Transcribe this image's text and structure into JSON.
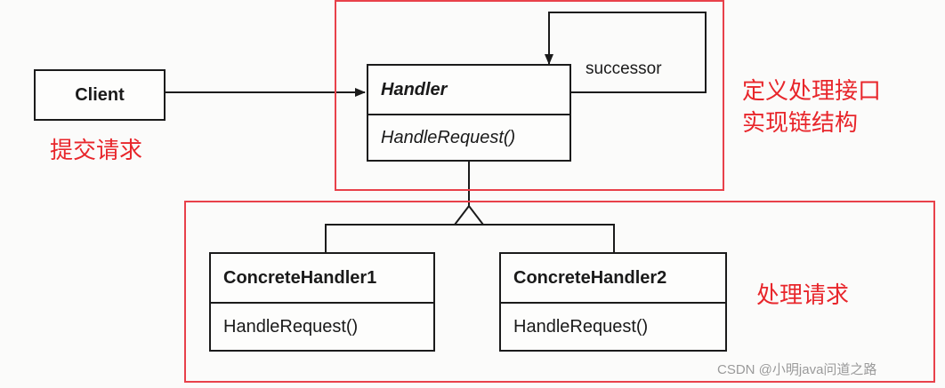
{
  "diagram": {
    "client": {
      "name": "Client"
    },
    "handler": {
      "name": "Handler",
      "operation": "HandleRequest()"
    },
    "successor_label": "successor",
    "concrete_handler_1": {
      "name": "ConcreteHandler1",
      "operation": "HandleRequest()"
    },
    "concrete_handler_2": {
      "name": "ConcreteHandler2",
      "operation": "HandleRequest()"
    }
  },
  "annotations": {
    "client_note": "提交请求",
    "handler_note_line1": "定义处理接口",
    "handler_note_line2": "实现链结构",
    "concrete_note": "处理请求"
  },
  "colors": {
    "annotation_red": "#e8262b",
    "frame_red": "#e8414a",
    "line": "#1b1b1b"
  },
  "watermark": "CSDN @小明java问道之路"
}
